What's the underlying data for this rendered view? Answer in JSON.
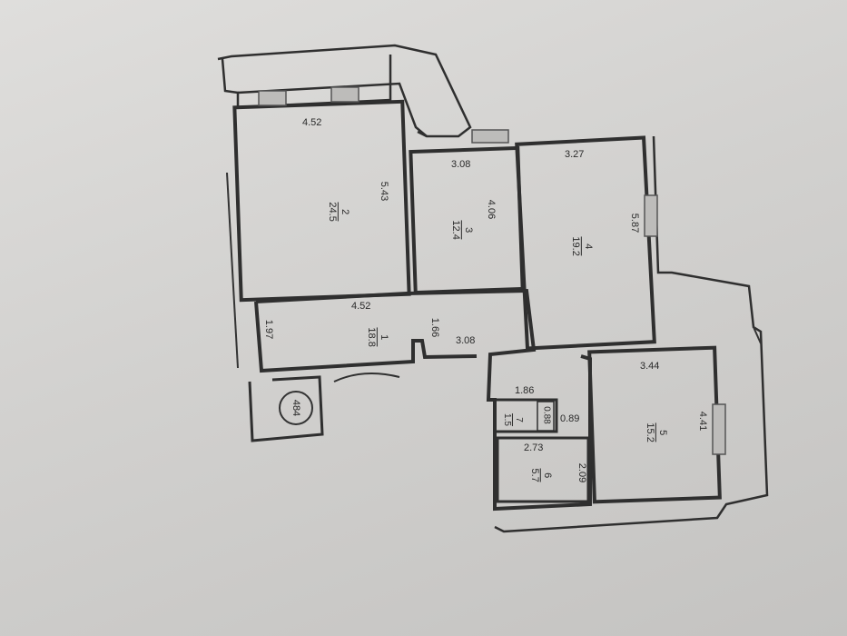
{
  "plan": {
    "rooms": [
      {
        "id": "1",
        "area": "18.8"
      },
      {
        "id": "2",
        "area": "24.5"
      },
      {
        "id": "3",
        "area": "12.4"
      },
      {
        "id": "4",
        "area": "19.2"
      },
      {
        "id": "5",
        "area": "15.2"
      },
      {
        "id": "6",
        "area": "5.7"
      },
      {
        "id": "7",
        "area": "1.5"
      }
    ],
    "dimensions": {
      "room2_width": "4.52",
      "room2_depth": "5.43",
      "room1_width": "4.52",
      "room1_depth": "1.97",
      "corridor_width": "1.66",
      "corridor_length": "3.08",
      "room3_width": "3.08",
      "room3_depth": "4.06",
      "room4_width": "3.27",
      "room4_depth": "5.87",
      "room5_width": "3.44",
      "room5_depth": "4.41",
      "room7_width": "1.86",
      "room7_depth": "0.88",
      "passage_width": "0.89",
      "room6_width": "2.73",
      "room6_depth": "2.09"
    },
    "vent_label": "484"
  },
  "colors": {
    "paper": "#dcdbd9",
    "wall": "#2f2f2f",
    "window": "#555555"
  }
}
